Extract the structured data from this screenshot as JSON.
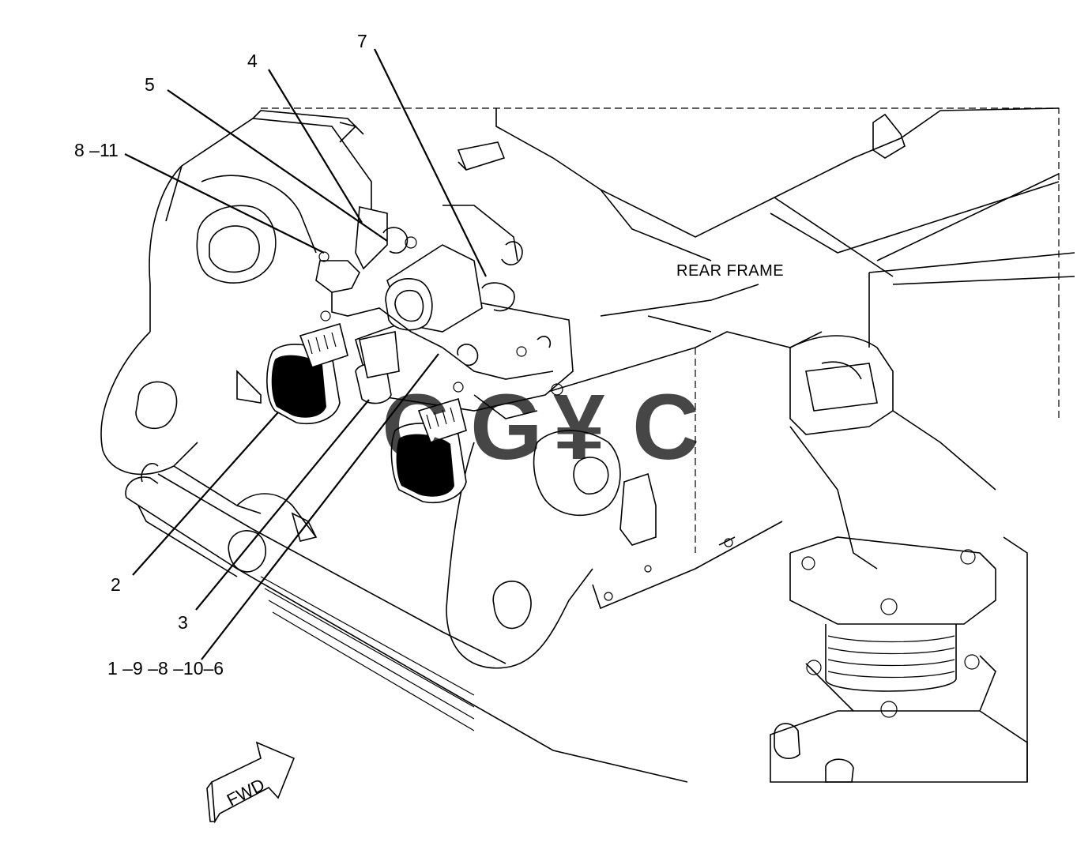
{
  "diagram": {
    "area_label": "REAR FRAME",
    "direction_label": "FWD",
    "callouts": [
      {
        "id": "c7",
        "text": "7"
      },
      {
        "id": "c4",
        "text": "4"
      },
      {
        "id": "c5",
        "text": "5"
      },
      {
        "id": "c8_11",
        "text": "8 –11"
      },
      {
        "id": "c2",
        "text": "2"
      },
      {
        "id": "c3",
        "text": "3"
      },
      {
        "id": "c1_9_8_10_6",
        "text": "1 –9 –8 –10–6"
      }
    ],
    "watermark": {
      "letters": [
        "C",
        "G",
        "¥",
        "C"
      ],
      "colors": [
        "#4a8ff0",
        "#ef6b5f",
        "#f2cf45",
        "#4bb37f"
      ]
    }
  }
}
